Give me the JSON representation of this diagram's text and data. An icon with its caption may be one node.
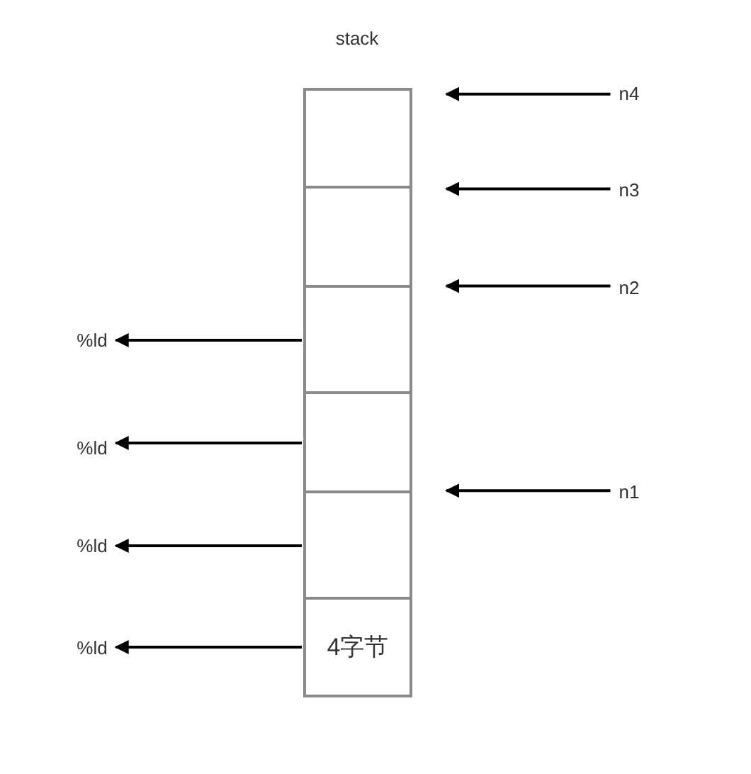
{
  "diagram": {
    "title": "stack",
    "nodes": [
      {
        "text": [],
        "shape": "box"
      },
      {
        "text": [],
        "shape": "box"
      },
      {
        "text": [],
        "shape": "box"
      },
      {
        "text": [],
        "shape": "box"
      },
      {
        "text": [],
        "shape": "box"
      },
      {
        "text": [
          "4字节"
        ]
      },
      {
        "text": [
          "n4"
        ]
      },
      {
        "text": [
          "n3"
        ]
      },
      {
        "text": [
          "n2"
        ]
      },
      {
        "text": [
          "n1"
        ]
      },
      {
        "text": [
          "%ld"
        ]
      },
      {
        "text": [
          "%ld"
        ]
      },
      {
        "text": [
          "%ld"
        ]
      },
      {
        "text": [
          "%ld"
        ]
      }
    ],
    "edges": [
      {
        "from": 6,
        "to": 0,
        "arrow": "to"
      },
      {
        "from": 7,
        "to": 0,
        "arrow": "to"
      },
      {
        "from": 8,
        "to": 1,
        "arrow": "to"
      },
      {
        "from": 9,
        "to": 3,
        "arrow": "to"
      },
      {
        "from": 2,
        "to": 10,
        "arrow": "to"
      },
      {
        "from": 3,
        "to": 11,
        "arrow": "to"
      },
      {
        "from": 4,
        "to": 12,
        "arrow": "to"
      },
      {
        "from": 5,
        "to": 13,
        "arrow": "to"
      }
    ]
  }
}
